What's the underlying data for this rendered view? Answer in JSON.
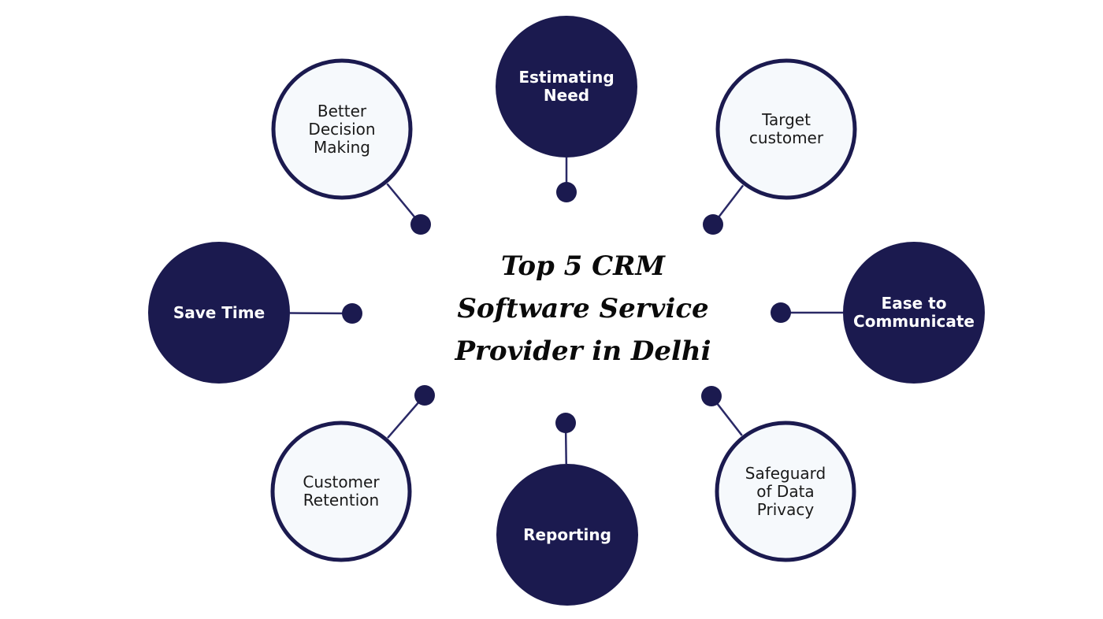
{
  "title": "Top 5 CRM\nSoftware Service\nProvider in Delhi",
  "colors": {
    "navy": "#1b1a4f",
    "connector": "#2a2966",
    "ring_fill": "#f6f9fc",
    "title_text": "#0a0a0a"
  },
  "nodes": [
    {
      "id": "estimating-need",
      "label": "Estimating\nNeed",
      "style": "filled"
    },
    {
      "id": "target-customer",
      "label": "Target\ncustomer",
      "style": "outline"
    },
    {
      "id": "ease-to-communicate",
      "label": "Ease to\nCommunicate",
      "style": "filled"
    },
    {
      "id": "safeguard-of-data-privacy",
      "label": "Safeguard\nof Data\nPrivacy",
      "style": "outline"
    },
    {
      "id": "reporting",
      "label": "Reporting",
      "style": "filled"
    },
    {
      "id": "customer-retention",
      "label": "Customer\nRetention",
      "style": "outline"
    },
    {
      "id": "save-time",
      "label": "Save Time",
      "style": "filled"
    },
    {
      "id": "better-decision-making",
      "label": "Better\nDecision\nMaking",
      "style": "outline"
    }
  ]
}
